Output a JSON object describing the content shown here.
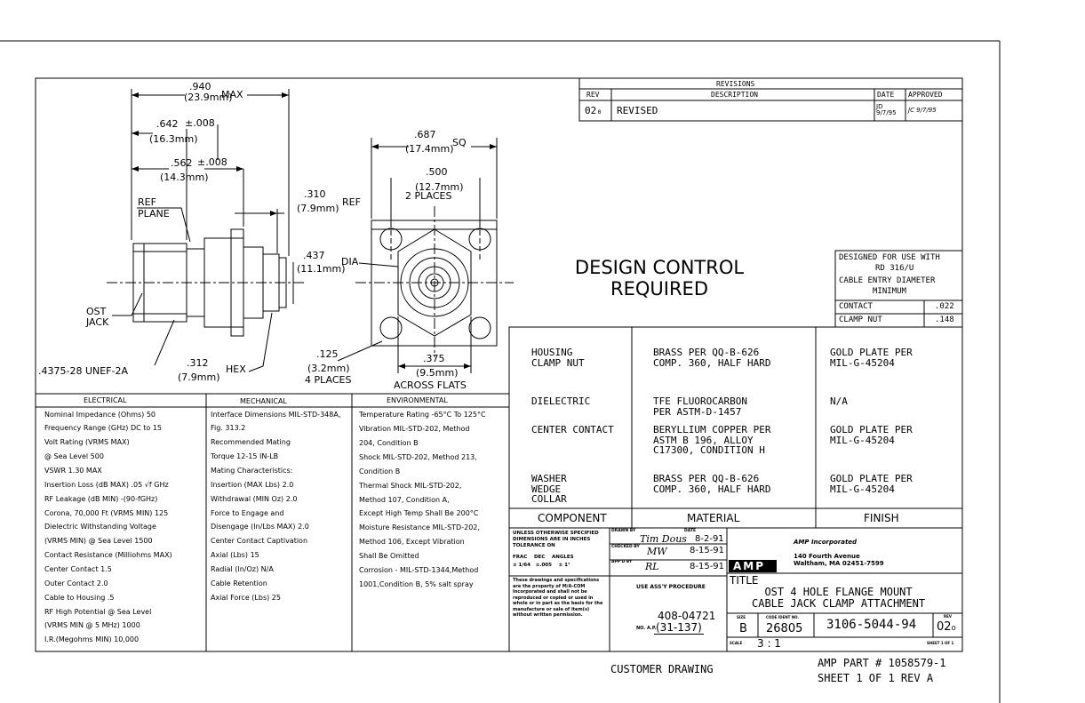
{
  "dims": {
    "overall_len": ".940",
    "overall_len_mm": "(23.9mm)",
    "max": "MAX",
    "len2": ".642",
    "len2_tol": "±.008",
    "len2_mm": "(16.3mm)",
    "len3": ".562",
    "len3_tol": "±.008",
    "len3_mm": "(14.3mm)",
    "ref_plane": "REF\nPLANE",
    "ref_len": ".310",
    "ref_len_mm": "(7.9mm)",
    "ref": "REF",
    "dia": ".437",
    "dia_mm": "(11.1mm)",
    "dia_lbl": "DIA",
    "ost_jack": "OST\nJACK",
    "thread": ".4375-28 UNEF-2A",
    "hex": ".312",
    "hex_mm": "(7.9mm)",
    "hex_lbl": "HEX",
    "sq": ".687",
    "sq_mm": "(17.4mm)",
    "sq_lbl": "SQ",
    "hole_sp": ".500",
    "hole_sp_mm": "(12.7mm)",
    "hole_sp_lbl": "2 PLACES",
    "hole_d": ".125",
    "hole_d_mm": "(3.2mm)",
    "hole_d_lbl": "4 PLACES",
    "flats": ".375",
    "flats_mm": "(9.5mm)",
    "flats_lbl": "ACROSS FLATS"
  },
  "revisions": {
    "title": "REVISIONS",
    "col_rev": "REV",
    "col_desc": "DESCRIPTION",
    "col_date": "DATE",
    "col_approved": "APPROVED",
    "rev": "02₀",
    "desc": "REVISED",
    "date": "JD 9/7/95",
    "approved": "JC 9/7/95"
  },
  "design_control": "DESIGN CONTROL\nREQUIRED",
  "designed_for": {
    "line1": "DESIGNED FOR USE WITH",
    "line2": "RD 316/U",
    "line3": "CABLE ENTRY DIAMETER",
    "line4": "MINIMUM",
    "contact": "CONTACT",
    "contact_val": ".022",
    "clamp": "CLAMP NUT",
    "clamp_val": ".148"
  },
  "materials": {
    "rows": [
      {
        "component": "HOUSING\nCLAMP NUT",
        "material": "BRASS PER QQ-B-626\nCOMP. 360, HALF HARD",
        "finish": "GOLD PLATE PER\nMIL-G-45204"
      },
      {
        "component": "DIELECTRIC",
        "material": "TFE FLUOROCARBON\nPER ASTM-D-1457",
        "finish": "N/A"
      },
      {
        "component": "CENTER CONTACT",
        "material": "BERYLLIUM COPPER PER\nASTM B 196, ALLOY\nC17300, CONDITION H",
        "finish": "GOLD PLATE PER\nMIL-G-45204"
      },
      {
        "component": "WASHER\nWEDGE\nCOLLAR",
        "material": "BRASS PER QQ-B-626\nCOMP. 360, HALF HARD",
        "finish": "GOLD PLATE PER\nMIL-G-45204"
      }
    ],
    "h_component": "COMPONENT",
    "h_material": "MATERIAL",
    "h_finish": "FINISH"
  },
  "specs": {
    "electrical_title": "ELECTRICAL",
    "electrical": [
      "Nominal Impedance (Ohms)   50",
      "Frequency Range (GHz) DC to 15",
      "Volt Rating (VRMS MAX)",
      "   @ Sea Level 500",
      "VSWR 1.30 MAX",
      "Insertion Loss (dB MAX) .05 √f GHz",
      "RF Leakage (dB MIN) -(90-fGHz)",
      "Corona, 70,000 Ft (VRMS MIN) 125",
      "Dielectric Withstanding Voltage",
      "   (VRMS MIN) @ Sea Level 1500",
      "Contact Resistance (Milliohms MAX)",
      "   Center Contact 1.5",
      "   Outer Contact   2.0",
      "   Cable to Housing .5",
      "RF High Potential @ Sea Level",
      "   (VRMS MIN @ 5 MHz) 1000",
      "I.R.(Megohms MIN) 10,000"
    ],
    "mechanical_title": "MECHANICAL",
    "mechanical": [
      "Interface Dimensions MIL-STD-348A,",
      "   Fig. 313.2",
      "Recommended Mating",
      "   Torque 12-15 IN-LB",
      "Mating Characteristics:",
      "   Insertion (MAX Lbs) 2.0",
      "   Withdrawal (MIN Oz) 2.0",
      "Force to Engage and",
      "   Disengage (In/Lbs MAX) 2.0",
      "Center Contact Captivation",
      "   Axial (Lbs) 15",
      "   Radial (In/Oz) N/A",
      "Cable Retention",
      "   Axial Force (Lbs) 25"
    ],
    "environmental_title": "ENVIRONMENTAL",
    "environmental": [
      "Temperature Rating -65°C To 125°C",
      "Vibration MIL-STD-202, Method",
      "   204, Condition B",
      "Shock MIL-STD-202, Method 213,",
      "   Condition B",
      "Thermal Shock MIL-STD-202,",
      "   Method 107, Condition A,",
      "   Except High Temp Shall Be 200°C",
      "Moisture Resistance MIL-STD-202,",
      "   Method 106, Except Vibration",
      "   Shall Be Omitted",
      "Corrosion - MIL-STD-1344,Method",
      "   1001,Condition B, 5% salt spray"
    ]
  },
  "title_block": {
    "tolerance": "UNLESS OTHERWISE SPECIFIED\nDIMENSIONS ARE IN INCHES\nTOLERANCE ON",
    "tol_heads": "FRAC    DEC    ANGLES",
    "tol_vals": "± 1/64   ±.005    ± 1°",
    "drawn_by": "DRAWN BY",
    "checked_by": "CHECKED BY",
    "appd_by": "APP'D BY",
    "date_lbl": "DATE",
    "date1": "8-2-91",
    "date2": "8-15-91",
    "date3": "8-15-91",
    "sig1": "Tim Dous",
    "sig2": "MW",
    "sig3": "RL",
    "company": "AMP Incorporated",
    "address": "140 Fourth Avenue\nWaltham, MA 02451-7599",
    "logo": "AMP",
    "proprietary": "These drawings and specifications are the property of M/A-COM Incorporated and shall not be reproduced or copied or used in whole or in part as the basis for the manufacture or sale of item(s) without written permission.",
    "use_proc": "USE ASS'Y PROCEDURE",
    "proc_no": "408-04721",
    "no_ap_lbl": "NO. A.P.",
    "no_ap": "(31-137)",
    "title_lbl": "TITLE",
    "title": "OST 4 HOLE FLANGE MOUNT\nCABLE JACK CLAMP ATTACHMENT",
    "size_lbl": "SIZE",
    "size": "B",
    "code_lbl": "CODE IDENT NO.",
    "code": "26805",
    "dwg_no": "3106-5044-94",
    "rev_lbl": "REV",
    "rev": "02₀",
    "scale_lbl": "SCALE",
    "scale": "3 : 1",
    "sheet_lbl": "SHEET 1 OF 1"
  },
  "footer": {
    "customer": "CUSTOMER DRAWING",
    "amp_part": "AMP PART # 1058579-1",
    "sheet": "SHEET 1 OF 1  REV A"
  }
}
